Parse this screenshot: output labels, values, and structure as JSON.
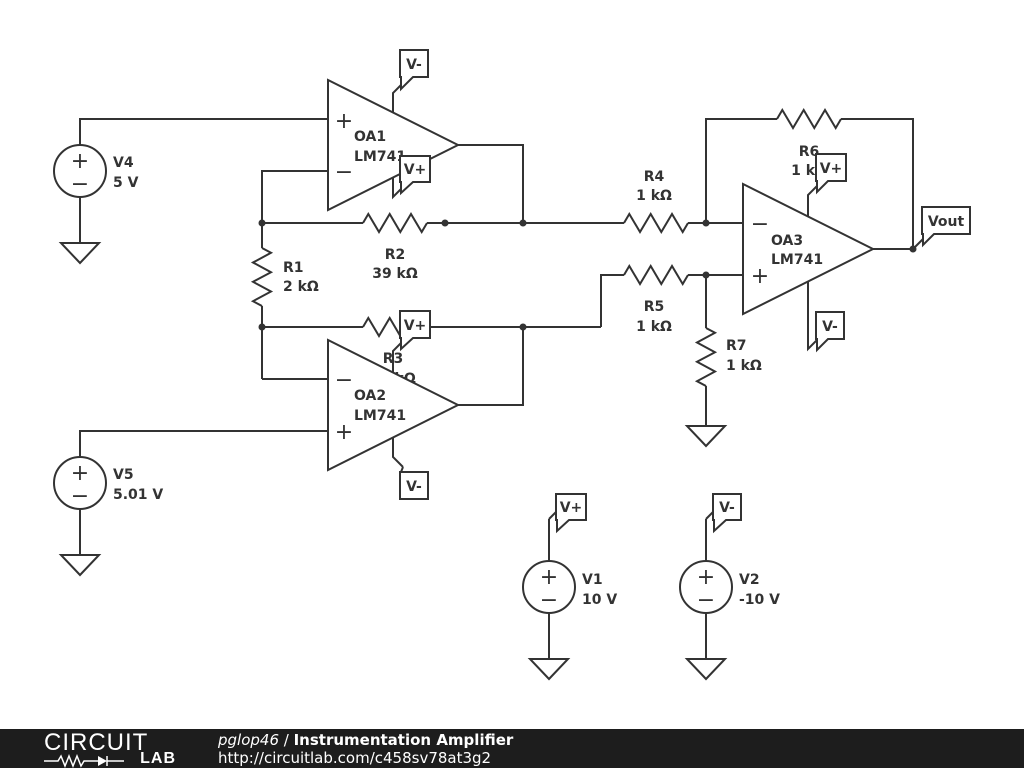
{
  "diagram": {
    "opamps": [
      {
        "ref": "OA1",
        "model": "LM741"
      },
      {
        "ref": "OA2",
        "model": "LM741"
      },
      {
        "ref": "OA3",
        "model": "LM741"
      }
    ],
    "resistors": [
      {
        "ref": "R1",
        "value": "2 kΩ"
      },
      {
        "ref": "R2",
        "value": "39 kΩ"
      },
      {
        "ref": "R3",
        "value": "39 kΩ"
      },
      {
        "ref": "R4",
        "value": "1 kΩ"
      },
      {
        "ref": "R5",
        "value": "1 kΩ"
      },
      {
        "ref": "R6",
        "value": "1 kΩ"
      },
      {
        "ref": "R7",
        "value": "1 kΩ"
      }
    ],
    "sources": [
      {
        "ref": "V4",
        "value": "5 V"
      },
      {
        "ref": "V5",
        "value": "5.01 V"
      },
      {
        "ref": "V1",
        "value": "10 V"
      },
      {
        "ref": "V2",
        "value": "-10 V"
      }
    ],
    "net_labels": {
      "v_plus": "V+",
      "v_minus": "V-",
      "vout": "Vout"
    },
    "symbols": {
      "plus": "+",
      "minus": "−"
    }
  },
  "footer": {
    "logo_top": "CIRCUIT",
    "logo_bottom": "LAB",
    "author": "pglop46",
    "separator": " / ",
    "title": "Instrumentation Amplifier",
    "url": "http://circuitlab.com/c458sv78at3g2"
  }
}
